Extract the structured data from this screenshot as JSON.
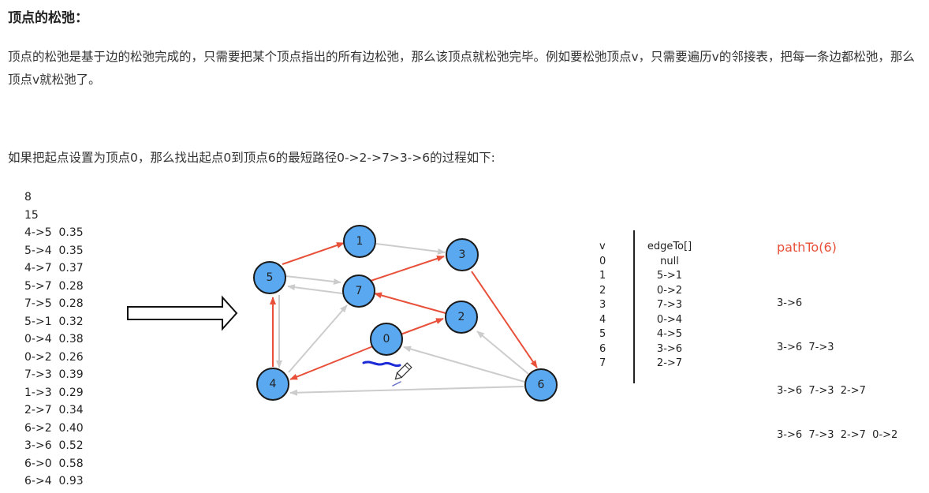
{
  "heading": "顶点的松弛：",
  "paragraph1": "顶点的松弛是基于边的松弛完成的，只需要把某个顶点指出的所有边松弛，那么该顶点就松弛完毕。例如要松弛顶点v，只需要遍历v的邻接表，把每一条边都松弛，那么顶点v就松弛了。",
  "paragraph2": "如果把起点设置为顶点0，那么找出起点0到顶点6的最短路径0->2->7>3->6的过程如下:",
  "edge_input": {
    "vertex_count": "8",
    "edge_count": "15",
    "edges": [
      "4->5  0.35",
      "5->4  0.35",
      "4->7  0.37",
      "5->7  0.28",
      "7->5  0.28",
      "5->1  0.32",
      "0->4  0.38",
      "0->2  0.26",
      "7->3  0.39",
      "1->3  0.29",
      "2->7  0.34",
      "6->2  0.40",
      "3->6  0.52",
      "6->0  0.58",
      "6->4  0.93"
    ]
  },
  "graph": {
    "node_color": "#5aa8f0",
    "tree_edge_color": "#e8503a",
    "other_edge_color": "#cccccc",
    "nodes": [
      "0",
      "1",
      "2",
      "3",
      "4",
      "5",
      "6",
      "7"
    ]
  },
  "table": {
    "header_v": "v",
    "header_edge": "edgeTo[]",
    "rows": [
      {
        "v": "0",
        "edge": "null"
      },
      {
        "v": "1",
        "edge": "5->1"
      },
      {
        "v": "2",
        "edge": "0->2"
      },
      {
        "v": "3",
        "edge": "7->3"
      },
      {
        "v": "4",
        "edge": "0->4"
      },
      {
        "v": "5",
        "edge": "4->5"
      },
      {
        "v": "6",
        "edge": "3->6"
      },
      {
        "v": "7",
        "edge": "2->7"
      }
    ]
  },
  "path": {
    "title": "pathTo(6)",
    "steps": [
      "3->6",
      "3->6  7->3",
      "3->6  7->3  2->7",
      "3->6  7->3  2->7  0->2"
    ]
  }
}
